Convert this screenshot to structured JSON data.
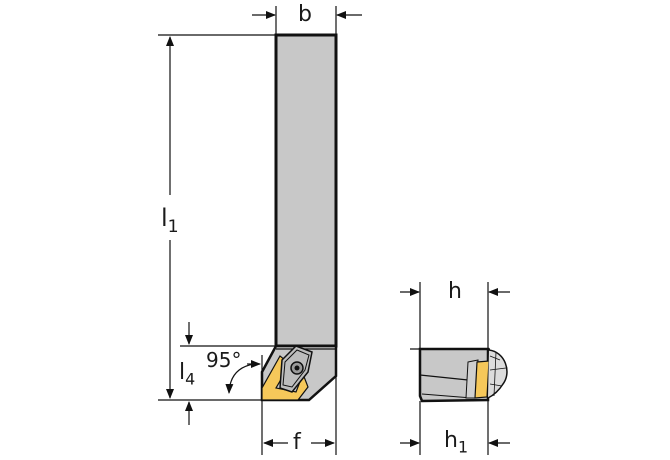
{
  "drawing": {
    "type": "turning-tool-holder-dimension-drawing",
    "colors": {
      "body_fill": "#c8c8c8",
      "outline": "#111111",
      "insert_fill": "#f6c85a",
      "dimension_line": "#111111"
    },
    "dimensions": {
      "b": {
        "label": "b"
      },
      "l1": {
        "label": "l",
        "sub": "1"
      },
      "l4": {
        "label": "l",
        "sub": "4"
      },
      "f": {
        "label": "f"
      },
      "h": {
        "label": "h"
      },
      "h1": {
        "label": "h",
        "sub": "1"
      },
      "angle": {
        "label": "95°"
      }
    }
  }
}
